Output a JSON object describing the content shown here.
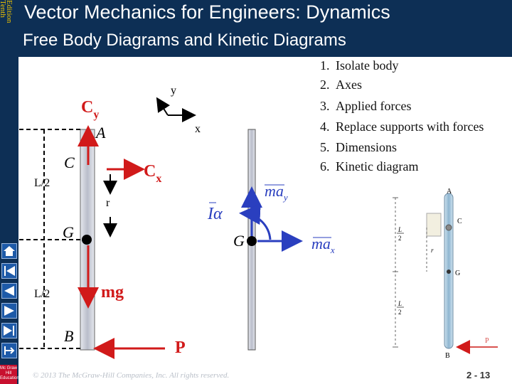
{
  "edition": {
    "line1": "Tenth",
    "line2": "Edition"
  },
  "header": {
    "title": "Vector Mechanics for Engineers: Dynamics",
    "subtitle": "Free Body Diagrams and Kinetic Diagrams"
  },
  "steps": [
    {
      "num": "1.",
      "text": "Isolate body"
    },
    {
      "num": "2.",
      "text": "Axes"
    },
    {
      "num": "3.",
      "text": "Applied forces"
    },
    {
      "num": "4.",
      "text": "Replace supports with forces"
    },
    {
      "num": "5.",
      "text": "Dimensions"
    },
    {
      "num": "6.",
      "text": "Kinetic diagram"
    }
  ],
  "fbd": {
    "axis_y": "y",
    "axis_x": "x",
    "cy": "C",
    "cy_sub": "y",
    "point_a": "A",
    "point_c": "C",
    "cx": "C",
    "cx_sub": "x",
    "half_length_top": "L/2",
    "r": "r",
    "point_g": "G",
    "mg": "mg",
    "half_length_bottom": "L/2",
    "point_b": "B",
    "p": "P"
  },
  "kd": {
    "ma_y": "ma",
    "ma_y_sub": "y",
    "i_alpha": "Iα",
    "point_g": "G",
    "ma_x": "ma",
    "ma_x_sub": "x"
  },
  "pendulum": {
    "a": "A",
    "c": "C",
    "g": "G",
    "b": "B",
    "p": "P",
    "l2_top_num": "L",
    "l2_top_den": "2",
    "l2_bot_num": "L",
    "l2_bot_den": "2",
    "r": "r"
  },
  "footer": {
    "copyright": "© 2013 The McGraw-Hill Companies, Inc. All rights reserved.",
    "slide_number": "2 - 13",
    "logo": "Mc Graw Hill Education"
  },
  "colors": {
    "header_bg": "#0d2f55",
    "force_red": "#d11a1a",
    "kinetic_blue": "#2a3fbf",
    "rod_gray": "#c9ccd6"
  },
  "icons": [
    "home-icon",
    "first-slide-icon",
    "previous-slide-icon",
    "next-slide-icon",
    "last-slide-icon",
    "exit-icon"
  ]
}
